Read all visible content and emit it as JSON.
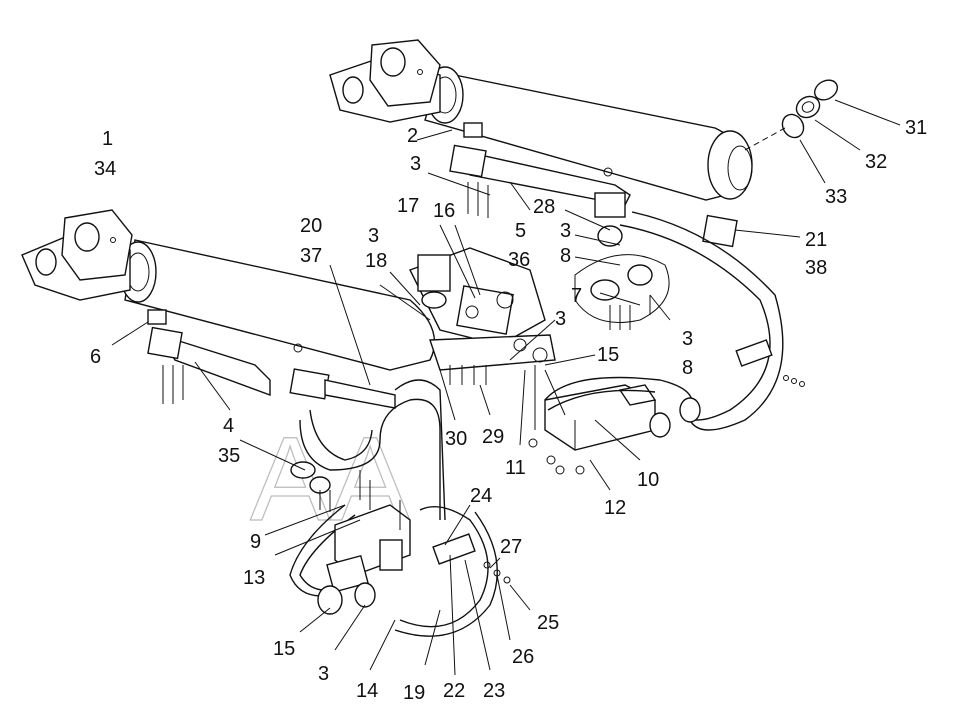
{
  "watermark": "AA",
  "callouts": [
    {
      "id": "c1",
      "text": "1"
    },
    {
      "id": "c34",
      "text": "34"
    },
    {
      "id": "c2",
      "text": "2"
    },
    {
      "id": "c3a",
      "text": "3"
    },
    {
      "id": "c5",
      "text": "5"
    },
    {
      "id": "c36",
      "text": "36"
    },
    {
      "id": "c28",
      "text": "28"
    },
    {
      "id": "c3b",
      "text": "3"
    },
    {
      "id": "c8a",
      "text": "8"
    },
    {
      "id": "c21",
      "text": "21"
    },
    {
      "id": "c38",
      "text": "38"
    },
    {
      "id": "c31",
      "text": "31"
    },
    {
      "id": "c32",
      "text": "32"
    },
    {
      "id": "c33",
      "text": "33"
    },
    {
      "id": "c17",
      "text": "17"
    },
    {
      "id": "c16",
      "text": "16"
    },
    {
      "id": "c20",
      "text": "20"
    },
    {
      "id": "c37",
      "text": "37"
    },
    {
      "id": "c3c",
      "text": "3"
    },
    {
      "id": "c18",
      "text": "18"
    },
    {
      "id": "c7",
      "text": "7"
    },
    {
      "id": "c3d",
      "text": "3"
    },
    {
      "id": "c8b",
      "text": "8"
    },
    {
      "id": "c6",
      "text": "6"
    },
    {
      "id": "c4",
      "text": "4"
    },
    {
      "id": "c35",
      "text": "35"
    },
    {
      "id": "c3e",
      "text": "3"
    },
    {
      "id": "c15a",
      "text": "15"
    },
    {
      "id": "c30",
      "text": "30"
    },
    {
      "id": "c29",
      "text": "29"
    },
    {
      "id": "c11",
      "text": "11"
    },
    {
      "id": "c10",
      "text": "10"
    },
    {
      "id": "c12",
      "text": "12"
    },
    {
      "id": "c9",
      "text": "9"
    },
    {
      "id": "c13",
      "text": "13"
    },
    {
      "id": "c24",
      "text": "24"
    },
    {
      "id": "c27",
      "text": "27"
    },
    {
      "id": "c25",
      "text": "25"
    },
    {
      "id": "c26",
      "text": "26"
    },
    {
      "id": "c15b",
      "text": "15"
    },
    {
      "id": "c3f",
      "text": "3"
    },
    {
      "id": "c14",
      "text": "14"
    },
    {
      "id": "c19",
      "text": "19"
    },
    {
      "id": "c22",
      "text": "22"
    },
    {
      "id": "c23",
      "text": "23"
    }
  ]
}
